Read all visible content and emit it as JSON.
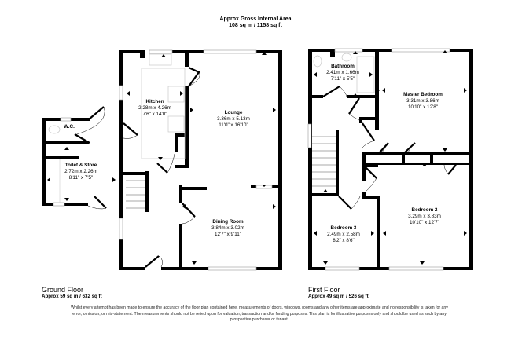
{
  "header": {
    "title": "Approx Gross Internal Area",
    "total_area": "108 sq m / 1158 sq ft"
  },
  "floors": {
    "ground": {
      "name": "Ground Floor",
      "area": "Approx 59 sq m / 632 sq ft",
      "rooms": [
        {
          "name": "W.C.",
          "metric": "",
          "imperial": ""
        },
        {
          "name": "Toilet & Store",
          "metric": "2.72m x 2.26m",
          "imperial": "8'11\" x 7'5\""
        },
        {
          "name": "Kitchen",
          "metric": "2.28m x 4.26m",
          "imperial": "7'6\" x 14'0\""
        },
        {
          "name": "Lounge",
          "metric": "3.36m x 5.13m",
          "imperial": "11'0\" x 16'10\""
        },
        {
          "name": "Dining Room",
          "metric": "3.84m x 3.02m",
          "imperial": "12'7\" x 9'11\""
        }
      ]
    },
    "first": {
      "name": "First Floor",
      "area": "Approx 49 sq m / 526 sq ft",
      "rooms": [
        {
          "name": "Bathroom",
          "metric": "2.41m x 1.66m",
          "imperial": "7'11\" x 5'5\""
        },
        {
          "name": "Master Bedroom",
          "metric": "3.31m x 3.86m",
          "imperial": "10'10\" x 12'8\""
        },
        {
          "name": "Bedroom 3",
          "metric": "2.49m x 2.58m",
          "imperial": "8'2\" x 8'6\""
        },
        {
          "name": "Bedroom 2",
          "metric": "3.29m x 3.83m",
          "imperial": "10'10\" x 12'7\""
        }
      ]
    }
  },
  "disclaimer": "Whilst every attempt has been made to ensure the accuracy of the floor plan contained here, measurements of doors, windows, rooms and any other items are approximate and no responsibility is taken for any error, omission, or mis-statement. The measurements should not be relied upon for valuation, transaction and/or funding purposes. This plan is for illustrative purposes only and should be used as such by any prospective purchaser or tenant.",
  "colors": {
    "wall": "#000000",
    "window": "#bbbbbb",
    "fixture": "#cccccc"
  }
}
